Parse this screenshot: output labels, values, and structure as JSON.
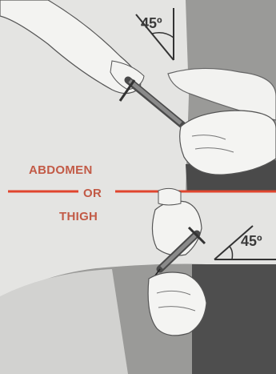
{
  "labels": {
    "abdomen": "ABDOMEN",
    "or": "OR",
    "thigh": "THIGH"
  },
  "angles": {
    "top": "45º",
    "bottom": "45º"
  },
  "colors": {
    "divider": "#e0452e",
    "label": "#c25a46",
    "background": "#e4e4e2"
  },
  "icons": {
    "top_illustration": "abdomen-injection-icon",
    "bottom_illustration": "thigh-injection-icon"
  }
}
